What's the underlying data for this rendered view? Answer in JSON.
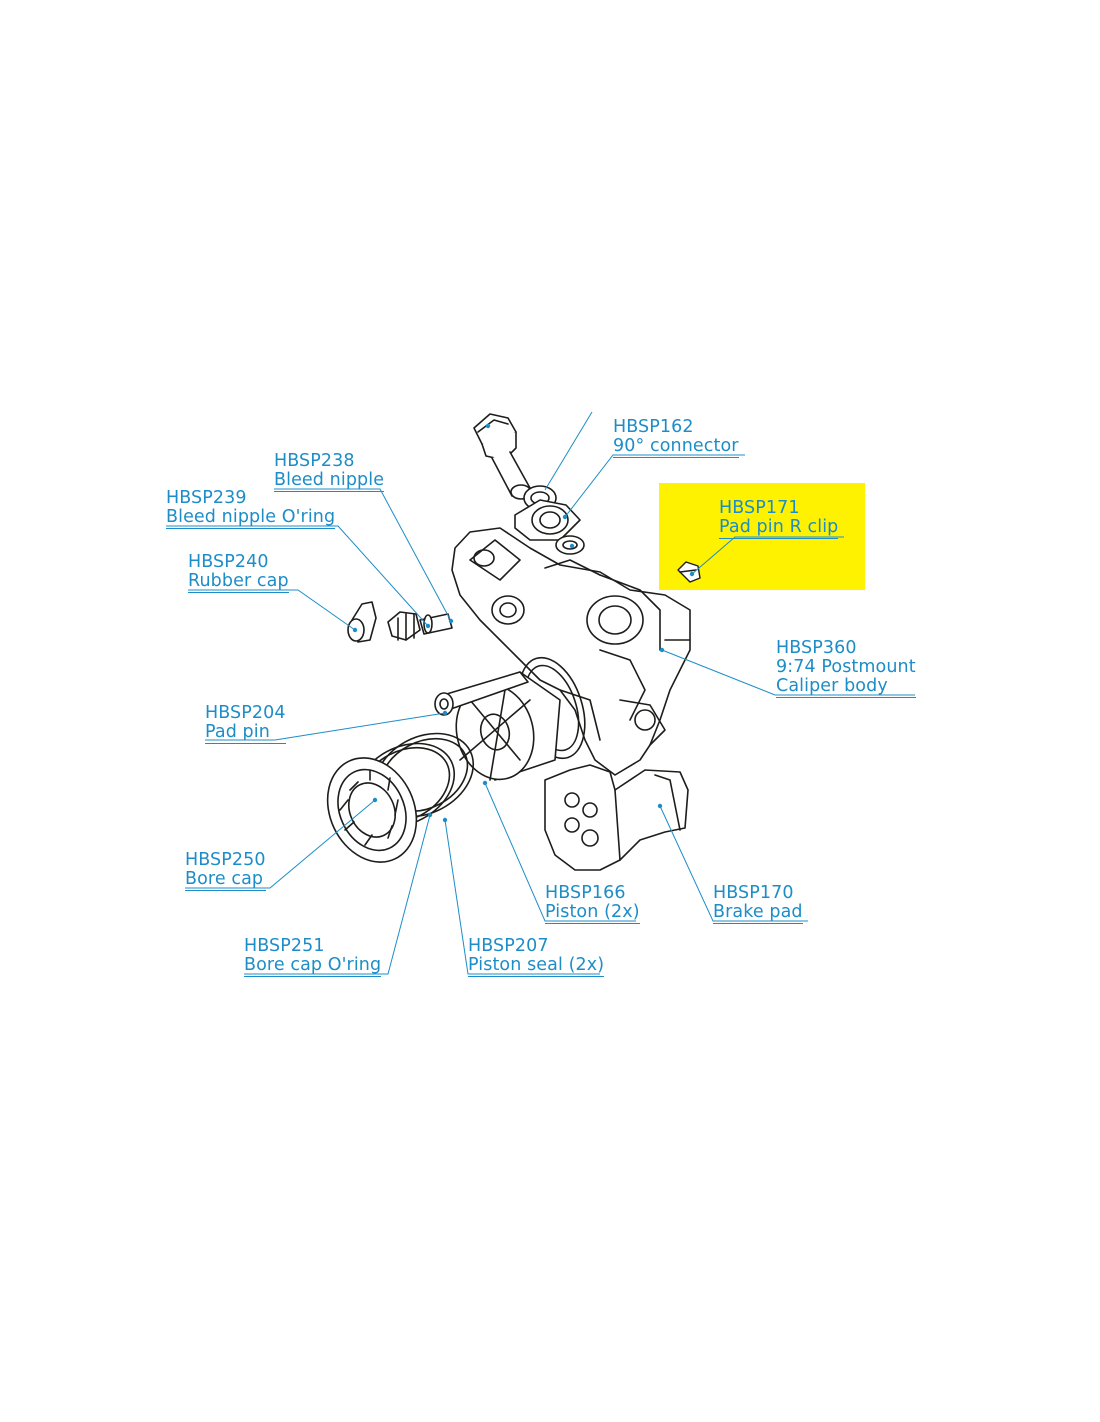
{
  "colors": {
    "label": "#1d8dc7",
    "line": "#1d1d1b",
    "highlight": "#fff200",
    "background": "#ffffff"
  },
  "highlighted_part": "HBSP171",
  "parts": {
    "hbsp162": {
      "code": "HBSP162",
      "name": "90° connector"
    },
    "hbsp238": {
      "code": "HBSP238",
      "name": "Bleed nipple"
    },
    "hbsp239": {
      "code": "HBSP239",
      "name": "Bleed nipple O'ring"
    },
    "hbsp240": {
      "code": "HBSP240",
      "name": "Rubber cap"
    },
    "hbsp171": {
      "code": "HBSP171",
      "name": "Pad pin R clip"
    },
    "hbsp360": {
      "code": "HBSP360",
      "name": "9:74 Postmount",
      "name2": "Caliper body"
    },
    "hbsp204": {
      "code": "HBSP204",
      "name": "Pad pin"
    },
    "hbsp250": {
      "code": "HBSP250",
      "name": "Bore cap"
    },
    "hbsp166": {
      "code": "HBSP166",
      "name": "Piston (2x)"
    },
    "hbsp170": {
      "code": "HBSP170",
      "name": "Brake pad"
    },
    "hbsp251": {
      "code": "HBSP251",
      "name": "Bore cap O'ring"
    },
    "hbsp207": {
      "code": "HBSP207",
      "name": "Piston seal (2x)"
    }
  }
}
